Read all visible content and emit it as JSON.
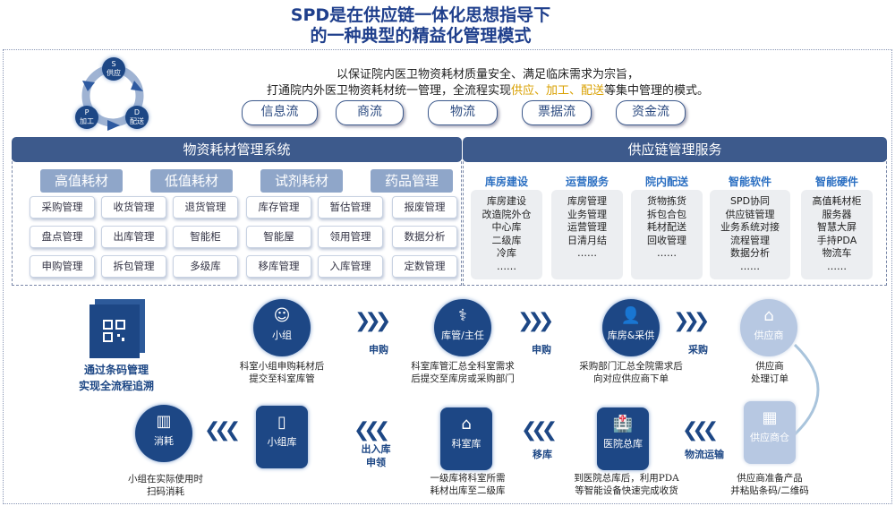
{
  "title": {
    "line1": "SPD是在供应链一体化思想指导下",
    "line2": "的一种典型的精益化管理模式"
  },
  "cycle": {
    "s": "S",
    "s_label": "供应",
    "p": "P",
    "p_label": "加工",
    "d": "D",
    "d_label": "配送"
  },
  "intro": {
    "line1": "以保证院内医卫物资耗材质量安全、满足临床需求为宗旨，",
    "line2_pre": "打通院内外医卫物资耗材统一管理，全流程实现",
    "line2_hl": "供应、加工、配送",
    "line2_post": "等集中管理的模式。"
  },
  "flows": [
    "信息流",
    "商流",
    "物流",
    "票据流",
    "资金流"
  ],
  "left_panel": {
    "header": "物资耗材管理系统",
    "categories": [
      "高值耗材",
      "低值耗材",
      "试剂耗材",
      "药品管理"
    ],
    "modules": [
      [
        "采购管理",
        "收货管理",
        "退货管理",
        "库存管理",
        "暂估管理",
        "报废管理"
      ],
      [
        "盘点管理",
        "出库管理",
        "智能柜",
        "智能屋",
        "领用管理",
        "数据分析"
      ],
      [
        "申购管理",
        "拆包管理",
        "多级库",
        "移库管理",
        "入库管理",
        "定数管理"
      ]
    ]
  },
  "right_panel": {
    "header": "供应链管理服务",
    "columns": [
      {
        "title": "库房建设",
        "items": [
          "库房建设",
          "改造院外仓",
          "中心库",
          "二级库",
          "冷库",
          "……"
        ]
      },
      {
        "title": "运营服务",
        "items": [
          "库房管理",
          "业务管理",
          "运营管理",
          "日清月结",
          "……"
        ]
      },
      {
        "title": "院内配送",
        "items": [
          "货物拣货",
          "拆包合包",
          "耗材配送",
          "回收管理",
          "……"
        ]
      },
      {
        "title": "智能软件",
        "items": [
          "SPD协同",
          "供应链管理",
          "业务系统对接",
          "流程管理",
          "数据分析",
          "……"
        ]
      },
      {
        "title": "智能硬件",
        "items": [
          "高值耗材柜",
          "服务器",
          "智慧大屏",
          "手持PDA",
          "物流车",
          "……"
        ]
      }
    ]
  },
  "barcode": {
    "line1": "通过条码管理",
    "line2": "实现全流程追溯"
  },
  "process": {
    "top": [
      {
        "name": "小组",
        "desc1": "科室小组申购耗材后",
        "desc2": "提交至科室库管"
      },
      {
        "name": "库管/主任",
        "desc1": "科室库管汇总全科室需求",
        "desc2": "后提交至库房或采购部门"
      },
      {
        "name": "库房&采供",
        "desc1": "采购部门汇总全院需求后",
        "desc2": "向对应供应商下单"
      },
      {
        "name": "供应商",
        "desc1": "供应商",
        "desc2": "处理订单"
      }
    ],
    "top_arrows": [
      "申购",
      "申购",
      "采购"
    ],
    "bottom": [
      {
        "name": "供应商仓",
        "desc1": "供应商准备产品",
        "desc2": "并粘贴条码/二维码"
      },
      {
        "name": "医院总库",
        "desc1": "到医院总库后，利用PDA",
        "desc2": "等智能设备快速完成收货"
      },
      {
        "name": "科室库",
        "desc1": "一级库将科室所需",
        "desc2": "耗材出库至二级库"
      },
      {
        "name": "小组库"
      },
      {
        "name": "消耗",
        "desc1": "小组在实际使用时",
        "desc2": "扫码消耗"
      }
    ],
    "bottom_arrows": {
      "a1": "物流运输",
      "a2": "移库",
      "a3_1": "出入库",
      "a3_2": "申领"
    }
  }
}
